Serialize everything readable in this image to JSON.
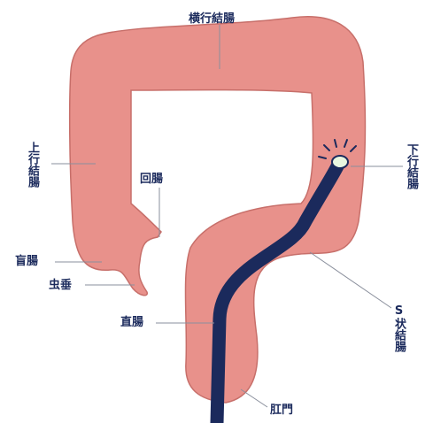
{
  "labels": {
    "transverse_colon": "横行結腸",
    "ascending_colon": "上行結腸",
    "descending_colon": "下行結腸",
    "ileum": "回腸",
    "cecum": "盲腸",
    "appendix": "虫垂",
    "sigmoid_colon": "S状結腸",
    "rectum": "直腸",
    "anus": "肛門"
  },
  "colors": {
    "colon_fill": "#e8918b",
    "colon_outline": "#c76f6a",
    "scope": "#1b2a5c",
    "scope_tip": "#e9f7e0",
    "leader_line": "#8a8f9c",
    "label_text": "#1b2a5c"
  }
}
